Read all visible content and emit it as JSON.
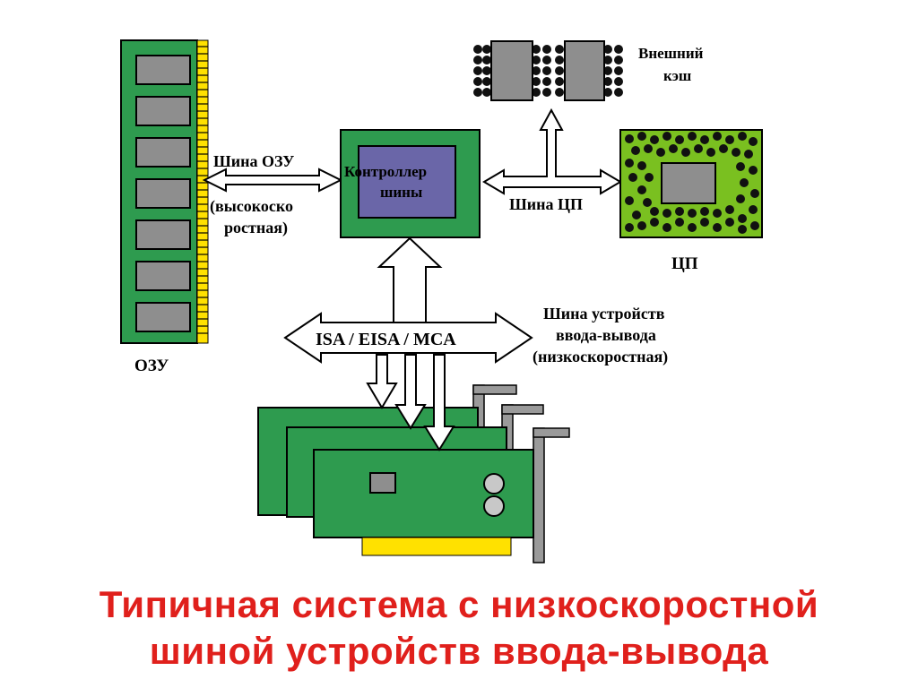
{
  "diagram": {
    "ram_label": "ОЗУ",
    "ram_bus_line1": "Шина ОЗУ",
    "ram_bus_line2": "(высокоско",
    "ram_bus_line3": "ростная)",
    "controller_line1": "Контроллер",
    "controller_line2": "шины",
    "cache_line1": "Внешний",
    "cache_line2": "кэш",
    "cpu_bus_label": "Шина ЦП",
    "cpu_label": "ЦП",
    "io_bus_name": "ISA / EISA / MCA",
    "io_bus_line1": "Шина устройств",
    "io_bus_line2": "ввода-вывода",
    "io_bus_line3": "(низкоскоростная)"
  },
  "caption": {
    "line1": "Типичная система с низкоскоростной",
    "line2": "шиной устройств ввода-вывода"
  },
  "colors": {
    "board_green": "#2e9b4f",
    "chip_gray": "#8e8e8e",
    "controller_core": "#6a66a8",
    "cpu_green": "#7ac020",
    "connector_yellow": "#ffe100",
    "caption_red": "#e0201c"
  }
}
